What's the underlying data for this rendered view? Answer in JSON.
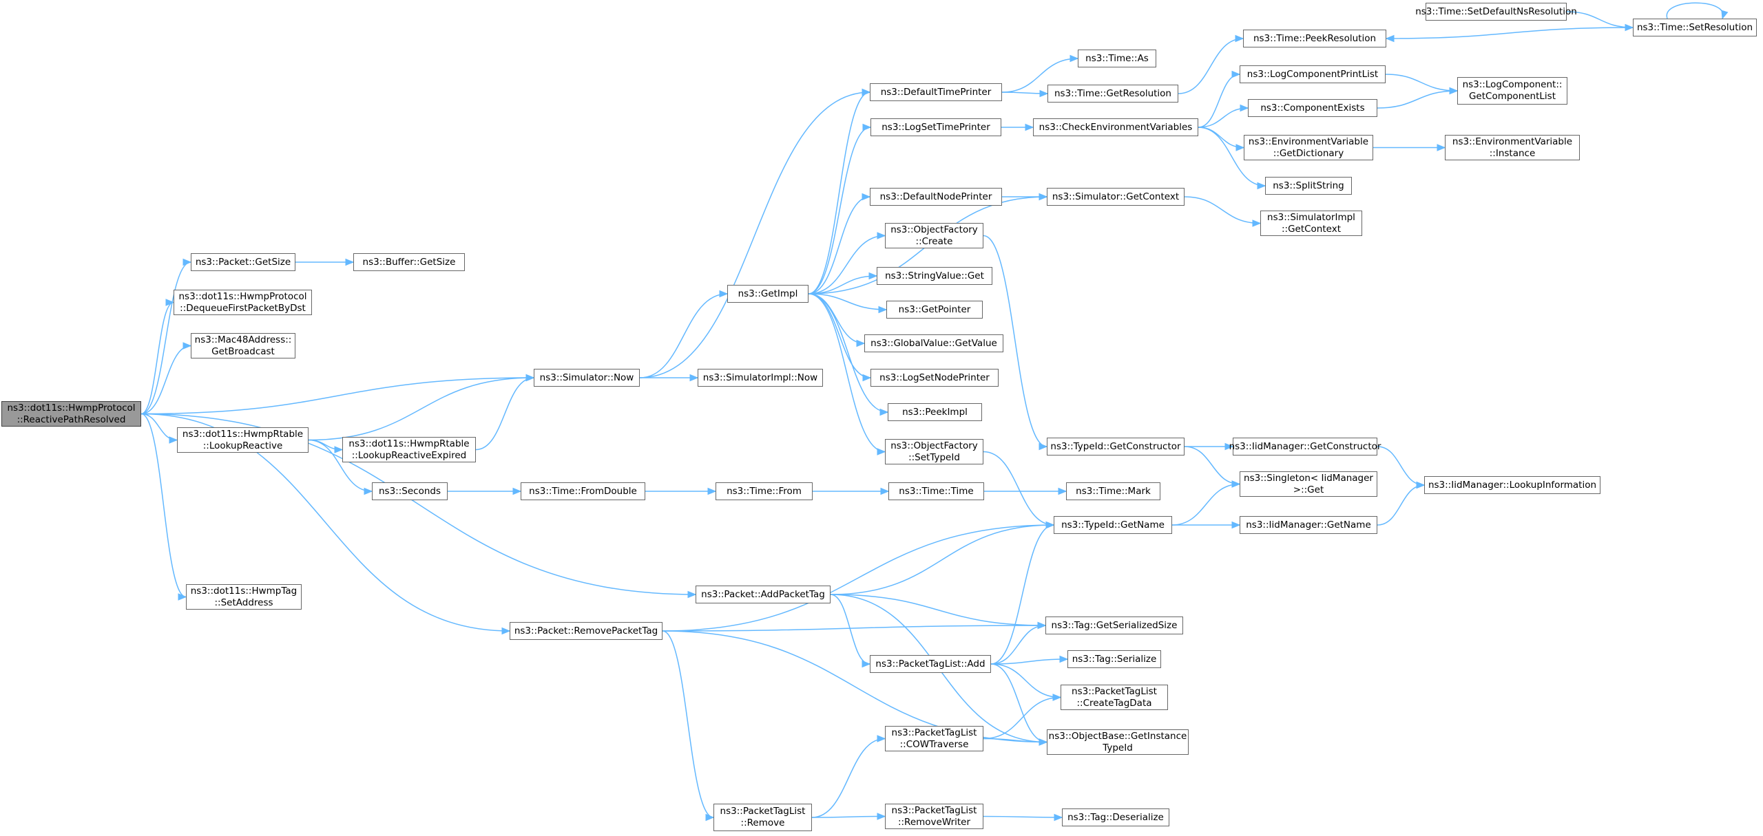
{
  "diagram": {
    "edge_color": "#63b8ff",
    "root_fill": "#999999",
    "nodes": [
      {
        "id": "root",
        "lines": [
          "ns3::dot11s::HwmpProtocol",
          "::ReactivePathResolved"
        ],
        "root": true
      },
      {
        "id": "pkt_getsize",
        "lines": [
          "ns3::Packet::GetSize"
        ]
      },
      {
        "id": "buf_getsize",
        "lines": [
          "ns3::Buffer::GetSize"
        ]
      },
      {
        "id": "dequeue",
        "lines": [
          "ns3::dot11s::HwmpProtocol",
          "::DequeueFirstPacketByDst"
        ]
      },
      {
        "id": "mac48",
        "lines": [
          "ns3::Mac48Address::",
          "GetBroadcast"
        ]
      },
      {
        "id": "sim_now",
        "lines": [
          "ns3::Simulator::Now"
        ]
      },
      {
        "id": "simimpl_now",
        "lines": [
          "ns3::SimulatorImpl::Now"
        ]
      },
      {
        "id": "lookup_reactive",
        "lines": [
          "ns3::dot11s::HwmpRtable",
          "::LookupReactive"
        ]
      },
      {
        "id": "lookup_expired",
        "lines": [
          "ns3::dot11s::HwmpRtable",
          "::LookupReactiveExpired"
        ]
      },
      {
        "id": "seconds",
        "lines": [
          "ns3::Seconds"
        ]
      },
      {
        "id": "fromdouble",
        "lines": [
          "ns3::Time::FromDouble"
        ]
      },
      {
        "id": "time_from",
        "lines": [
          "ns3::Time::From"
        ]
      },
      {
        "id": "time_time",
        "lines": [
          "ns3::Time::Time"
        ]
      },
      {
        "id": "time_mark",
        "lines": [
          "ns3::Time::Mark"
        ]
      },
      {
        "id": "hwmptag",
        "lines": [
          "ns3::dot11s::HwmpTag",
          "::SetAddress"
        ]
      },
      {
        "id": "addpackettag",
        "lines": [
          "ns3::Packet::AddPacketTag"
        ]
      },
      {
        "id": "removepackettag",
        "lines": [
          "ns3::Packet::RemovePacketTag"
        ]
      },
      {
        "id": "getimpl",
        "lines": [
          "ns3::GetImpl"
        ]
      },
      {
        "id": "defaulttimeprinter",
        "lines": [
          "ns3::DefaultTimePrinter"
        ]
      },
      {
        "id": "logsettimeprinter",
        "lines": [
          "ns3::LogSetTimePrinter"
        ]
      },
      {
        "id": "defaultnodeprinter",
        "lines": [
          "ns3::DefaultNodePrinter"
        ]
      },
      {
        "id": "of_create",
        "lines": [
          "ns3::ObjectFactory",
          "::Create"
        ]
      },
      {
        "id": "stringvalue_get",
        "lines": [
          "ns3::StringValue::Get"
        ]
      },
      {
        "id": "getpointer",
        "lines": [
          "ns3::GetPointer"
        ]
      },
      {
        "id": "globalvalue_get",
        "lines": [
          "ns3::GlobalValue::GetValue"
        ]
      },
      {
        "id": "logsetnodeprinter",
        "lines": [
          "ns3::LogSetNodePrinter"
        ]
      },
      {
        "id": "peekimpl",
        "lines": [
          "ns3::PeekImpl"
        ]
      },
      {
        "id": "of_settypeid",
        "lines": [
          "ns3::ObjectFactory",
          "::SetTypeId"
        ]
      },
      {
        "id": "time_as",
        "lines": [
          "ns3::Time::As"
        ]
      },
      {
        "id": "time_getres",
        "lines": [
          "ns3::Time::GetResolution"
        ]
      },
      {
        "id": "checkenv",
        "lines": [
          "ns3::CheckEnvironmentVariables"
        ]
      },
      {
        "id": "sim_getcontext",
        "lines": [
          "ns3::Simulator::GetContext"
        ]
      },
      {
        "id": "typeid_getctor",
        "lines": [
          "ns3::TypeId::GetConstructor"
        ]
      },
      {
        "id": "typeid_getname",
        "lines": [
          "ns3::TypeId::GetName"
        ]
      },
      {
        "id": "tag_getsersize",
        "lines": [
          "ns3::Tag::GetSerializedSize"
        ]
      },
      {
        "id": "ptl_add",
        "lines": [
          "ns3::PacketTagList::Add"
        ]
      },
      {
        "id": "tag_serialize",
        "lines": [
          "ns3::Tag::Serialize"
        ]
      },
      {
        "id": "ptl_createtagdata",
        "lines": [
          "ns3::PacketTagList",
          "::CreateTagData"
        ]
      },
      {
        "id": "ptl_cowtraverse",
        "lines": [
          "ns3::PacketTagList",
          "::COWTraverse"
        ]
      },
      {
        "id": "objbase_gettid",
        "lines": [
          "ns3::ObjectBase::GetInstance",
          "TypeId"
        ]
      },
      {
        "id": "ptl_remove",
        "lines": [
          "ns3::PacketTagList",
          "::Remove"
        ]
      },
      {
        "id": "ptl_removewriter",
        "lines": [
          "ns3::PacketTagList",
          "::RemoveWriter"
        ]
      },
      {
        "id": "tag_deserialize",
        "lines": [
          "ns3::Tag::Deserialize"
        ]
      },
      {
        "id": "time_peekres",
        "lines": [
          "ns3::Time::PeekResolution"
        ]
      },
      {
        "id": "time_setdefaultns",
        "lines": [
          "ns3::Time::SetDefaultNsResolution"
        ]
      },
      {
        "id": "time_setres",
        "lines": [
          "ns3::Time::SetResolution"
        ]
      },
      {
        "id": "logcomp_printlist",
        "lines": [
          "ns3::LogComponentPrintList"
        ]
      },
      {
        "id": "logcomp_getlist",
        "lines": [
          "ns3::LogComponent::",
          "GetComponentList"
        ]
      },
      {
        "id": "compexists",
        "lines": [
          "ns3::ComponentExists"
        ]
      },
      {
        "id": "envvar_getdict",
        "lines": [
          "ns3::EnvironmentVariable",
          "::GetDictionary"
        ]
      },
      {
        "id": "envvar_instance",
        "lines": [
          "ns3::EnvironmentVariable",
          "::Instance"
        ]
      },
      {
        "id": "splitstring",
        "lines": [
          "ns3::SplitString"
        ]
      },
      {
        "id": "simimpl_getcontext",
        "lines": [
          "ns3::SimulatorImpl",
          "::GetContext"
        ]
      },
      {
        "id": "iid_getctor",
        "lines": [
          "ns3::IidManager::GetConstructor"
        ]
      },
      {
        "id": "singleton_get",
        "lines": [
          "ns3::Singleton< IidManager",
          ">::Get"
        ]
      },
      {
        "id": "iid_lookupinfo",
        "lines": [
          "ns3::IidManager::LookupInformation"
        ]
      },
      {
        "id": "iid_getname",
        "lines": [
          "ns3::IidManager::GetName"
        ]
      }
    ],
    "edges": [
      [
        "root",
        "pkt_getsize"
      ],
      [
        "root",
        "dequeue"
      ],
      [
        "root",
        "mac48"
      ],
      [
        "root",
        "sim_now"
      ],
      [
        "root",
        "lookup_reactive"
      ],
      [
        "root",
        "hwmptag"
      ],
      [
        "root",
        "addpackettag"
      ],
      [
        "root",
        "removepackettag"
      ],
      [
        "pkt_getsize",
        "buf_getsize"
      ],
      [
        "sim_now",
        "simimpl_now"
      ],
      [
        "sim_now",
        "getimpl"
      ],
      [
        "sim_now",
        "defaulttimeprinter"
      ],
      [
        "lookup_reactive",
        "sim_now"
      ],
      [
        "lookup_reactive",
        "lookup_expired"
      ],
      [
        "lookup_reactive",
        "seconds"
      ],
      [
        "lookup_expired",
        "sim_now"
      ],
      [
        "seconds",
        "fromdouble"
      ],
      [
        "fromdouble",
        "time_from"
      ],
      [
        "time_from",
        "time_time"
      ],
      [
        "time_time",
        "time_mark"
      ],
      [
        "getimpl",
        "defaulttimeprinter"
      ],
      [
        "getimpl",
        "logsettimeprinter"
      ],
      [
        "getimpl",
        "defaultnodeprinter"
      ],
      [
        "getimpl",
        "of_create"
      ],
      [
        "getimpl",
        "stringvalue_get"
      ],
      [
        "getimpl",
        "getpointer"
      ],
      [
        "getimpl",
        "globalvalue_get"
      ],
      [
        "getimpl",
        "logsetnodeprinter"
      ],
      [
        "getimpl",
        "peekimpl"
      ],
      [
        "getimpl",
        "of_settypeid"
      ],
      [
        "getimpl",
        "sim_getcontext"
      ],
      [
        "defaulttimeprinter",
        "time_as"
      ],
      [
        "defaulttimeprinter",
        "time_getres"
      ],
      [
        "time_getres",
        "time_peekres"
      ],
      [
        "time_setdefaultns",
        "time_setres"
      ],
      [
        "time_setres",
        "time_peekres"
      ],
      [
        "time_setres",
        "time_setres"
      ],
      [
        "logsettimeprinter",
        "checkenv"
      ],
      [
        "checkenv",
        "logcomp_printlist"
      ],
      [
        "checkenv",
        "compexists"
      ],
      [
        "checkenv",
        "envvar_getdict"
      ],
      [
        "checkenv",
        "splitstring"
      ],
      [
        "logcomp_printlist",
        "logcomp_getlist"
      ],
      [
        "compexists",
        "logcomp_getlist"
      ],
      [
        "envvar_getdict",
        "envvar_instance"
      ],
      [
        "defaultnodeprinter",
        "sim_getcontext"
      ],
      [
        "sim_getcontext",
        "simimpl_getcontext"
      ],
      [
        "of_create",
        "typeid_getctor"
      ],
      [
        "typeid_getctor",
        "iid_getctor"
      ],
      [
        "typeid_getctor",
        "singleton_get"
      ],
      [
        "iid_getctor",
        "iid_lookupinfo"
      ],
      [
        "of_settypeid",
        "typeid_getname"
      ],
      [
        "typeid_getname",
        "singleton_get"
      ],
      [
        "typeid_getname",
        "iid_getname"
      ],
      [
        "iid_getname",
        "iid_lookupinfo"
      ],
      [
        "addpackettag",
        "typeid_getname"
      ],
      [
        "addpackettag",
        "tag_getsersize"
      ],
      [
        "addpackettag",
        "ptl_add"
      ],
      [
        "addpackettag",
        "objbase_gettid"
      ],
      [
        "removepackettag",
        "typeid_getname"
      ],
      [
        "removepackettag",
        "tag_getsersize"
      ],
      [
        "removepackettag",
        "objbase_gettid"
      ],
      [
        "removepackettag",
        "ptl_remove"
      ],
      [
        "ptl_add",
        "typeid_getname"
      ],
      [
        "ptl_add",
        "tag_getsersize"
      ],
      [
        "ptl_add",
        "tag_serialize"
      ],
      [
        "ptl_add",
        "ptl_createtagdata"
      ],
      [
        "ptl_add",
        "objbase_gettid"
      ],
      [
        "ptl_cowtraverse",
        "ptl_createtagdata"
      ],
      [
        "ptl_cowtraverse",
        "objbase_gettid"
      ],
      [
        "ptl_remove",
        "ptl_cowtraverse"
      ],
      [
        "ptl_remove",
        "ptl_removewriter"
      ],
      [
        "ptl_removewriter",
        "tag_deserialize"
      ]
    ]
  }
}
